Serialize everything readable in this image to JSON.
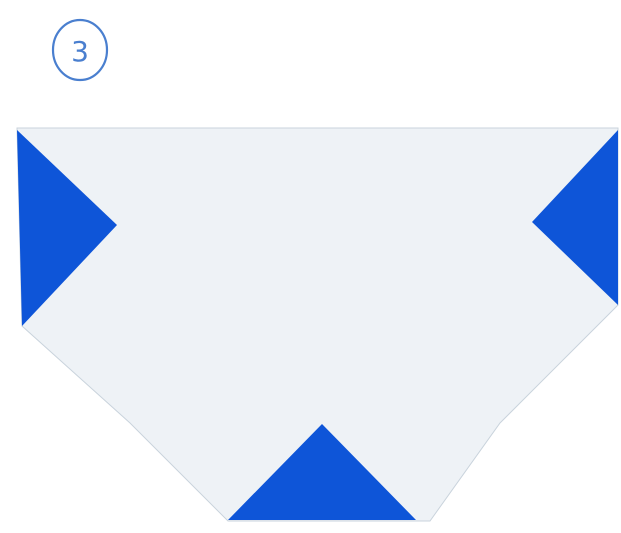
{
  "step": {
    "number": "3"
  },
  "colors": {
    "background": "#ffffff",
    "paper_white_side": "#eef2f6",
    "paper_colored_side": "#0e55d8",
    "step_marker": "#4a7fcf"
  },
  "figure": {
    "subject": "origami-step",
    "visible_colored_flaps": [
      "left-corner-flap",
      "right-corner-flap",
      "bottom-corner-flap"
    ]
  }
}
